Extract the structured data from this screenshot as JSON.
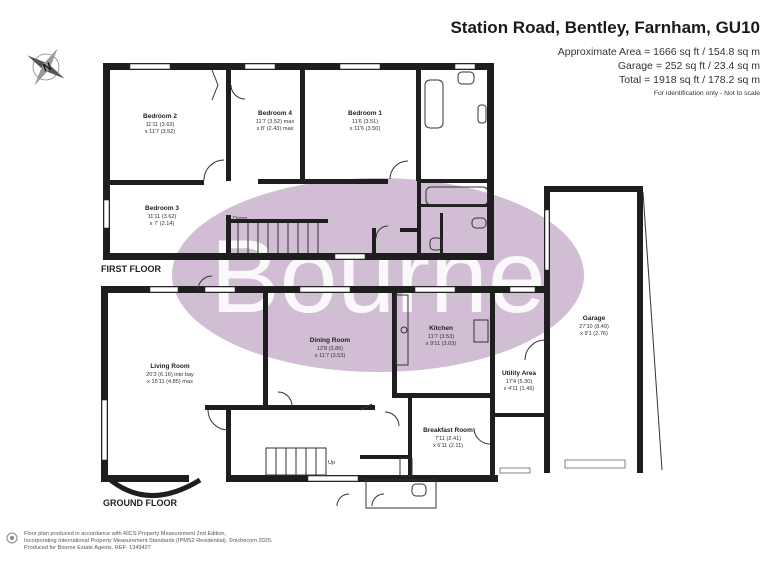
{
  "header": {
    "title": "Station Road, Bentley, Farnham, GU10",
    "area_lines": [
      "Approximate Area = 1666 sq ft / 154.8 sq m",
      "Garage = 252 sq ft / 23.4 sq m",
      "Total = 1918 sq ft / 178.2 sq m"
    ],
    "note": "For identification only - Not to scale"
  },
  "compass": {
    "label": "N",
    "icon": "compass-icon"
  },
  "watermark": {
    "text": "Bourne",
    "ellipse_color": "#c9b3cd",
    "text_color": "#ffffff"
  },
  "floors": {
    "first": "FIRST FLOOR",
    "ground": "GROUND FLOOR"
  },
  "rooms": {
    "bedroom2": {
      "name": "Bedroom 2",
      "dim1": "11'11 (3.63)",
      "dim2": "x 11'7 (3.52)"
    },
    "bedroom4": {
      "name": "Bedroom 4",
      "dim1": "11'7 (3.52) max",
      "dim2": "x 8' (2.43) max"
    },
    "bedroom1": {
      "name": "Bedroom 1",
      "dim1": "11'6 (3.51)",
      "dim2": "x 11'6 (3.50)"
    },
    "bedroom3": {
      "name": "Bedroom 3",
      "dim1": "11'11 (3.62)",
      "dim2": "x 7' (2.14)"
    },
    "living": {
      "name": "Living Room",
      "dim1": "20'3 (6.16) into bay",
      "dim2": "x 15'11 (4.85) max"
    },
    "dining": {
      "name": "Dining Room",
      "dim1": "12'8 (3.86)",
      "dim2": "x 11'7 (3.53)"
    },
    "kitchen": {
      "name": "Kitchen",
      "dim1": "11'7 (3.53)",
      "dim2": "x 9'11 (3.03)"
    },
    "utility": {
      "name": "Utility Area",
      "dim1": "17'4 (5.30)",
      "dim2": "x 4'11 (1.49)"
    },
    "breakfast": {
      "name": "Breakfast Room",
      "dim1": "7'11 (2.41)",
      "dim2": "x 6'11 (2.11)"
    },
    "garage": {
      "name": "Garage",
      "dim1": "27'10 (8.49)",
      "dim2": "x 9'1 (2.76)"
    }
  },
  "stairs": {
    "down": "Down",
    "up": "Up"
  },
  "footer": {
    "lines": [
      "Floor plan produced in accordance with RICS Property Measurement 2nd Edition,",
      "Incorporating International Property Measurement Standards (IPMS2 Residential).  ©nichecom 2025.",
      "Produced for Bourne Estate Agents.  REF: 1349427"
    ]
  }
}
